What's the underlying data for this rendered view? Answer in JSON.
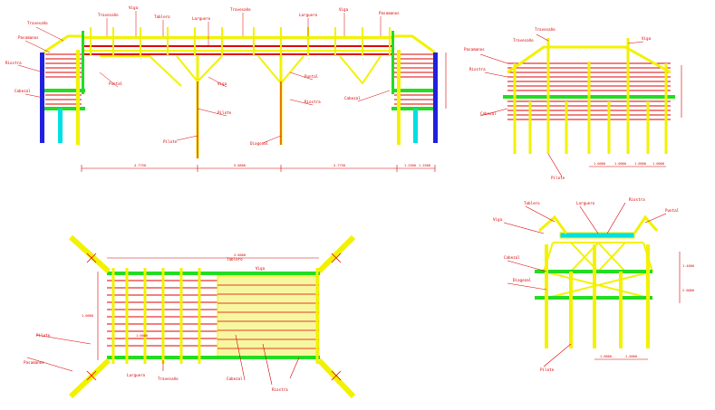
{
  "colors": {
    "yellow": "#f2f200",
    "red": "#e00000",
    "green": "#22dd22",
    "blue": "#2020e0",
    "cyan": "#00e0e0",
    "dim": "#d80000"
  },
  "drawing": {
    "elevation_labels": {
      "a": "Travesaño",
      "b": "Pasamanos",
      "c": "Viga",
      "d": "Tablero",
      "e": "Larguero",
      "f": "Riostra",
      "g": "Cabezal",
      "h": "Pilote",
      "i": "Puntal",
      "j": "Diagonal"
    },
    "elevation_dims": {
      "d1": "4.7750",
      "d2": "5.0600",
      "d3": "4.7750",
      "d4": "1.2500",
      "d5": "1.2500"
    },
    "side_labels": {
      "a": "Pasamanos",
      "b": "Travesaño",
      "c": "Viga",
      "d": "Riostra",
      "e": "Cabezal",
      "f": "Pilote"
    },
    "side_dims": {
      "d1": "1.0000",
      "d2": "1.0000",
      "d3": "1.0000",
      "d4": "1.0000"
    },
    "plan_labels": {
      "a": "Tablero",
      "b": "Viga",
      "c": "Larguero",
      "d": "Travesaño",
      "e": "Pilote",
      "f": "Pasamanos",
      "g": "Cabezal",
      "h": "Riostra"
    },
    "plan_dims": {
      "top": "4.6000",
      "left": "1.0000",
      "bottom": "1.0000"
    },
    "section_labels": {
      "a": "Tablero",
      "b": "Viga",
      "c": "Larguero",
      "d": "Riostra",
      "e": "Cabezal",
      "f": "Diagonal",
      "g": "Pilote",
      "h": "Puntal"
    },
    "section_dims": {
      "d1": "1.0000",
      "d2": "1.0000",
      "v1": "1.4000",
      "v2": "2.0000"
    }
  }
}
